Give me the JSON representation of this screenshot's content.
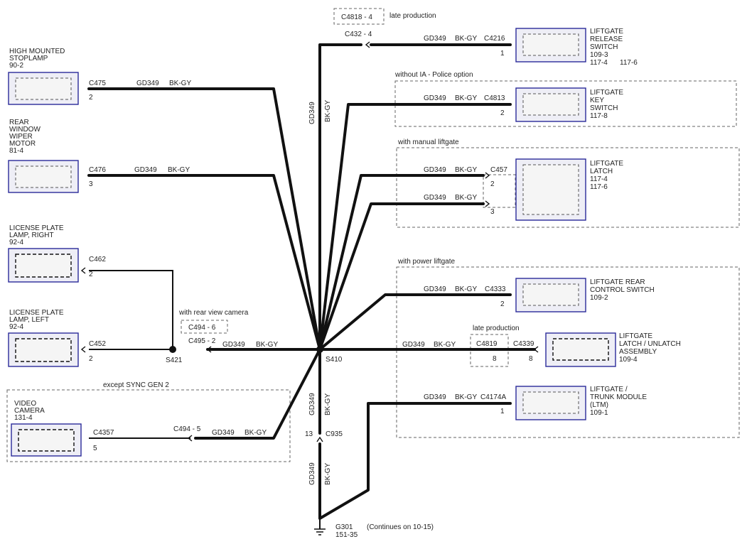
{
  "components": {
    "stoplamp": {
      "name": "HIGH MOUNTED STOPLAMP",
      "ref": "90-2",
      "connector": "C475",
      "pin": "2",
      "circuit": "GD349",
      "color": "BK-GY"
    },
    "wiper": {
      "name": "REAR WINDOW WIPER MOTOR",
      "ref": "81-4",
      "connector": "C476",
      "pin": "3",
      "circuit": "GD349",
      "color": "BK-GY"
    },
    "license_right": {
      "name": "LICENSE PLATE LAMP, RIGHT",
      "ref": "92-4",
      "connector": "C462",
      "pin": "2"
    },
    "license_left": {
      "name": "LICENSE PLATE LAMP, LEFT",
      "ref": "92-4",
      "connector": "C452",
      "pin": "2"
    },
    "camera": {
      "name": "VIDEO CAMERA",
      "ref": "131-4",
      "connector": "C4357",
      "pin": "5",
      "inline": "C494 - 5",
      "circuit": "GD349",
      "color": "BK-GY"
    },
    "release_switch": {
      "name": "LIFTGATE RELEASE SWITCH",
      "refs": [
        "109-3",
        "117-4",
        "117-6"
      ],
      "connector": "C4216",
      "pin": "1",
      "circuit": "GD349",
      "color": "BK-GY"
    },
    "key_switch": {
      "name": "LIFTGATE KEY SWITCH",
      "ref": "117-8",
      "connector": "C4813",
      "pin": "2",
      "circuit": "GD349",
      "color": "BK-GY"
    },
    "latch": {
      "name": "LIFTGATE LATCH",
      "refs": [
        "117-4",
        "117-6"
      ],
      "connector": "C457",
      "pins": [
        "2",
        "3"
      ],
      "circuit": "GD349",
      "color": "BK-GY"
    },
    "rear_control": {
      "name": "LIFTGATE REAR CONTROL SWITCH",
      "ref": "109-2",
      "connector": "C4333",
      "pin": "2",
      "circuit": "GD349",
      "color": "BK-GY"
    },
    "latch_assembly": {
      "name": "LIFTGATE LATCH / UNLATCH ASSEMBLY",
      "ref": "109-4",
      "connector": "C4339",
      "pin": "8",
      "inline": "C4819",
      "inline_pin": "8",
      "circuit": "GD349",
      "color": "BK-GY"
    },
    "ltm": {
      "name": "LIFTGATE / TRUNK MODULE (LTM)",
      "ref": "109-1",
      "connector": "C4174A",
      "pin": "1",
      "circuit": "GD349",
      "color": "BK-GY"
    }
  },
  "labels": {
    "c4818": "C4818 - 4",
    "late_production_top": "late production",
    "c432": "C432 - 4",
    "without_ia": "without IA - Police option",
    "manual_liftgate": "with manual liftgate",
    "power_liftgate": "with power liftgate",
    "late_production_mid": "late production",
    "rear_view_camera": "with rear view camera",
    "c494_6": "C494 - 6",
    "c495_2": "C495 - 2",
    "s421": "S421",
    "s410": "S410",
    "except_sync": "except SYNC GEN 2",
    "c935": "C935",
    "c935_pin": "13",
    "g301": "G301",
    "g301_ref": "151-35",
    "continues": "(Continues on 10-15)",
    "gd349": "GD349",
    "bkgy": "BK-GY"
  }
}
